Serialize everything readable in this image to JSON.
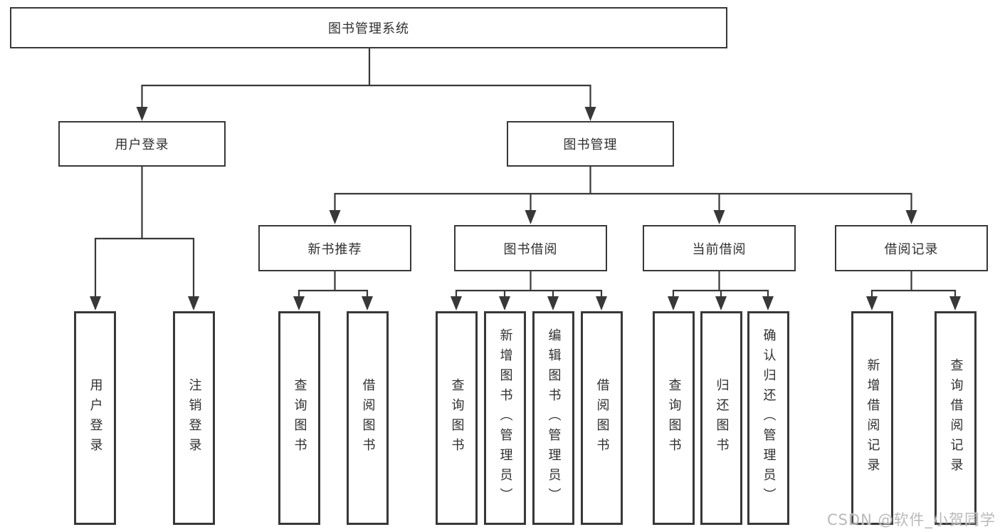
{
  "root": {
    "label": "图书管理系统"
  },
  "tree": {
    "user_login": {
      "label": "用户登录",
      "children": [
        {
          "label": "用户登录"
        },
        {
          "label": "注销登录"
        }
      ]
    },
    "book_management": {
      "label": "图书管理",
      "children": [
        {
          "label": "新书推荐",
          "children": [
            {
              "label": "查询图书"
            },
            {
              "label": "借阅图书"
            }
          ]
        },
        {
          "label": "图书借阅",
          "children": [
            {
              "label": "查询图书"
            },
            {
              "label": "新增图书（管理员）"
            },
            {
              "label": "编辑图书（管理员）"
            },
            {
              "label": "借阅图书"
            }
          ]
        },
        {
          "label": "当前借阅",
          "children": [
            {
              "label": "查询图书"
            },
            {
              "label": "归还图书"
            },
            {
              "label": "确认归还（管理员）"
            }
          ]
        },
        {
          "label": "借阅记录",
          "children": [
            {
              "label": "新增借阅记录"
            },
            {
              "label": "查询借阅记录"
            }
          ]
        }
      ]
    }
  },
  "watermark": {
    "text": "CSDN @软件_小贺同学"
  },
  "colors": {
    "line": "#383838",
    "text": "#2f2f2f",
    "background": "#ffffff",
    "watermark": "#b9b9b9"
  }
}
